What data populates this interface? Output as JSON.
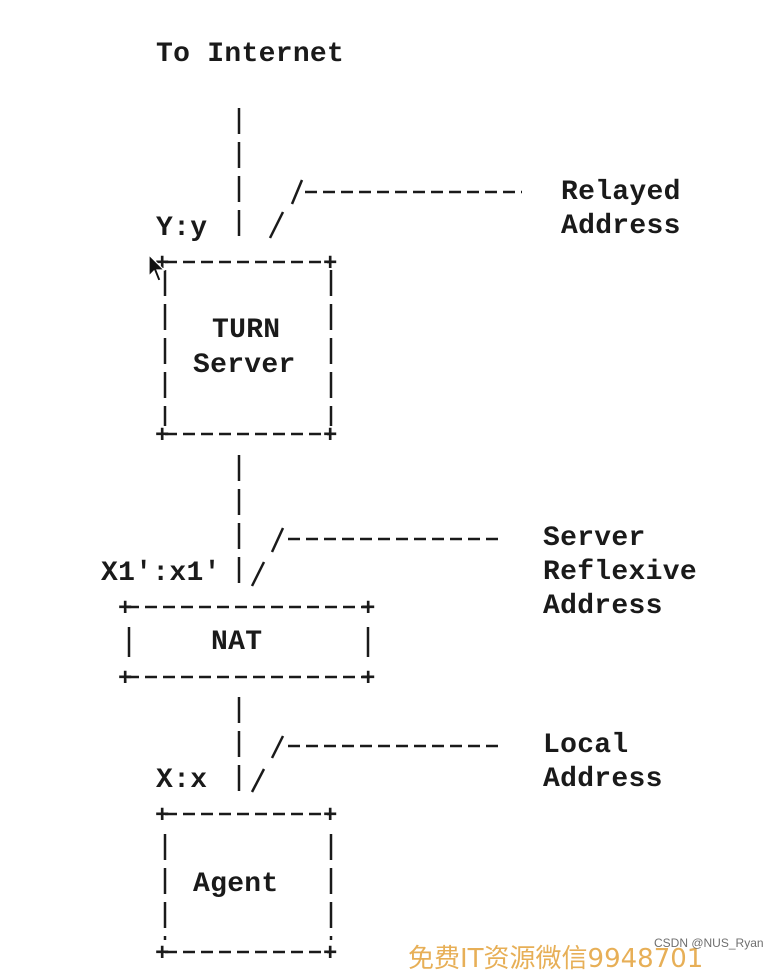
{
  "diagram": {
    "to_internet": "To Internet",
    "relayed_label": [
      "Relayed",
      "Address"
    ],
    "turn_addr": "Y:y",
    "turn_server": [
      "TURN",
      "Server"
    ],
    "reflexive_label": [
      "Server",
      "Reflexive",
      "Address"
    ],
    "nat_addr": "X1':x1'",
    "nat": "NAT",
    "local_label": [
      "Local",
      "Address"
    ],
    "agent_addr": "X:x",
    "agent": "Agent"
  },
  "overlay": {
    "watermark_text": "免费IT资源微信9948701",
    "credit": "CSDN @NUS_Ryan"
  }
}
